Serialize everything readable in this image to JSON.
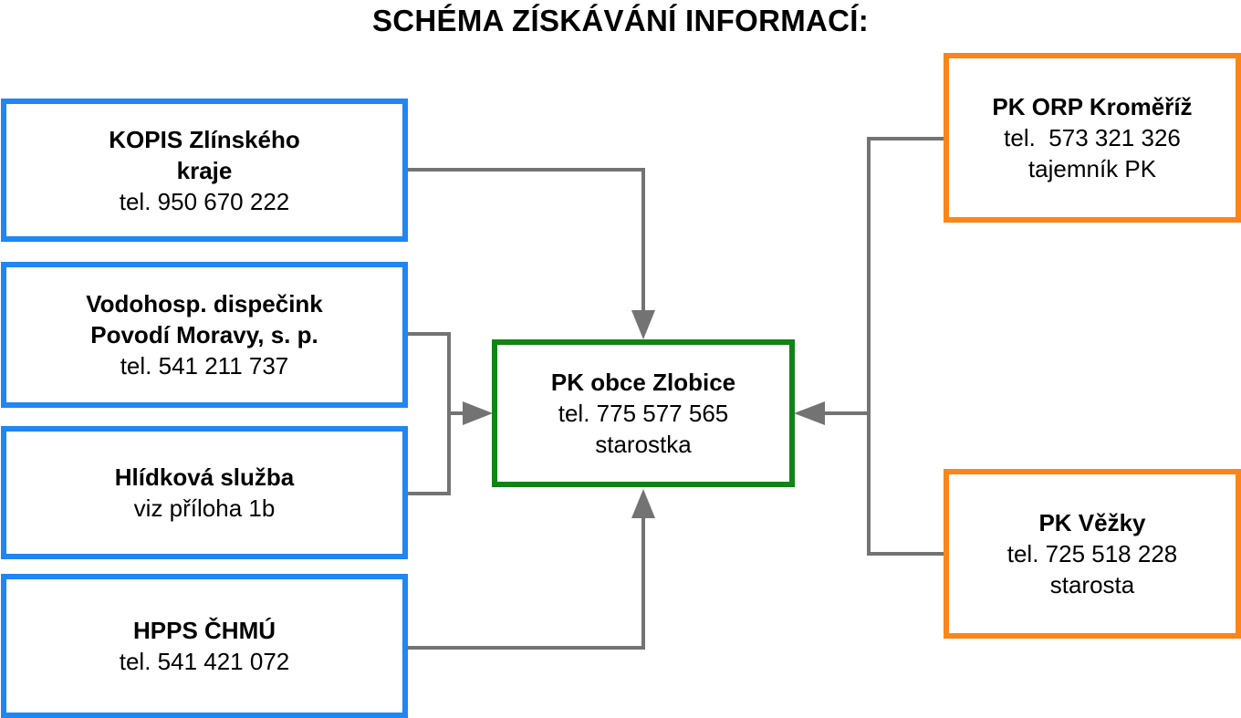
{
  "title": "SCHÉMA ZÍSKÁVÁNÍ INFORMACÍ:",
  "colors": {
    "source_border": "#1e86f5",
    "upper_border": "#fb8519",
    "center_border": "#128316",
    "connector": "#737373"
  },
  "boxes": {
    "kopis": {
      "name": "KOPIS Zlínského\nkraje",
      "line1": "tel. 950 670 222"
    },
    "vodohosp": {
      "name": "Vodohosp. dispečink\nPovodí Moravy, s. p.",
      "line1": "tel. 541 211 737"
    },
    "hlidkova": {
      "name": "Hlídková služba",
      "line1": "viz příloha 1b"
    },
    "hpps": {
      "name": "HPPS ČHMÚ",
      "line1": "tel. 541 421 072"
    },
    "center": {
      "name": "PK obce Zlobice",
      "line1": "tel. 775 577 565",
      "line2": "starostka"
    },
    "orp": {
      "name": "PK ORP Kroměříž",
      "line1": "tel.  573 321 326",
      "line2": "tajemník PK"
    },
    "vezky": {
      "name": "PK Věžky",
      "line1": "tel. 725 518 228",
      "line2": "starosta"
    }
  }
}
